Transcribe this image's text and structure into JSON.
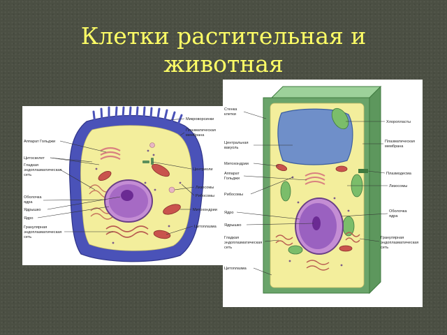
{
  "title": {
    "line1": "Клетки растительная и",
    "line2": "животная"
  },
  "colors": {
    "background": "#4b4f43",
    "title": "#ffff66",
    "animal_membrane": "#4a52b8",
    "cytoplasm": "#f3ee9c",
    "nucleus": "#8c4fb0",
    "plant_wall": "#6aa46a",
    "vacuole": "#6f8fc9",
    "mitochondria": "#c9534d"
  },
  "animal": {
    "labels_left": [
      {
        "text": "Аппарат Гольджи"
      },
      {
        "text": "Цитоскелет"
      },
      {
        "text": "Гладкая"
      },
      {
        "text": "эндоплазматическая"
      },
      {
        "text": "сеть"
      },
      {
        "text": "Оболочка"
      },
      {
        "text": "ядра"
      },
      {
        "text": "Ядрышко"
      },
      {
        "text": "Ядро"
      },
      {
        "text": "Гранулярная"
      },
      {
        "text": "эндоплазматическая"
      },
      {
        "text": "сеть"
      }
    ],
    "labels_right": [
      {
        "text": "Микроворсинки"
      },
      {
        "text": "Плазматическая"
      },
      {
        "text": "мембрана"
      },
      {
        "text": "Центриоли"
      },
      {
        "text": "Лизосомы"
      },
      {
        "text": "Рибосомы"
      },
      {
        "text": "Митохондрии"
      },
      {
        "text": "Цитоплазма"
      }
    ]
  },
  "plant": {
    "labels_left": [
      {
        "text": "Стенка"
      },
      {
        "text": "клетки"
      },
      {
        "text": "Центральная"
      },
      {
        "text": "вакуоль"
      },
      {
        "text": "Митохондрии"
      },
      {
        "text": "Аппарат"
      },
      {
        "text": "Гольджи"
      },
      {
        "text": "Рибосомы"
      },
      {
        "text": "Ядро"
      },
      {
        "text": "Ядрышко"
      },
      {
        "text": "Гладкая"
      },
      {
        "text": "эндоплазматическая"
      },
      {
        "text": "сеть"
      },
      {
        "text": "Цитоплазма"
      }
    ],
    "labels_right": [
      {
        "text": "Хлоропласты"
      },
      {
        "text": "Плазматическая"
      },
      {
        "text": "мембрана"
      },
      {
        "text": "Плазмодесма"
      },
      {
        "text": "Лизосомы"
      },
      {
        "text": "Оболочка"
      },
      {
        "text": "ядра"
      },
      {
        "text": "Гранулярная"
      },
      {
        "text": "эндоплазматическая"
      },
      {
        "text": "сеть"
      }
    ]
  }
}
